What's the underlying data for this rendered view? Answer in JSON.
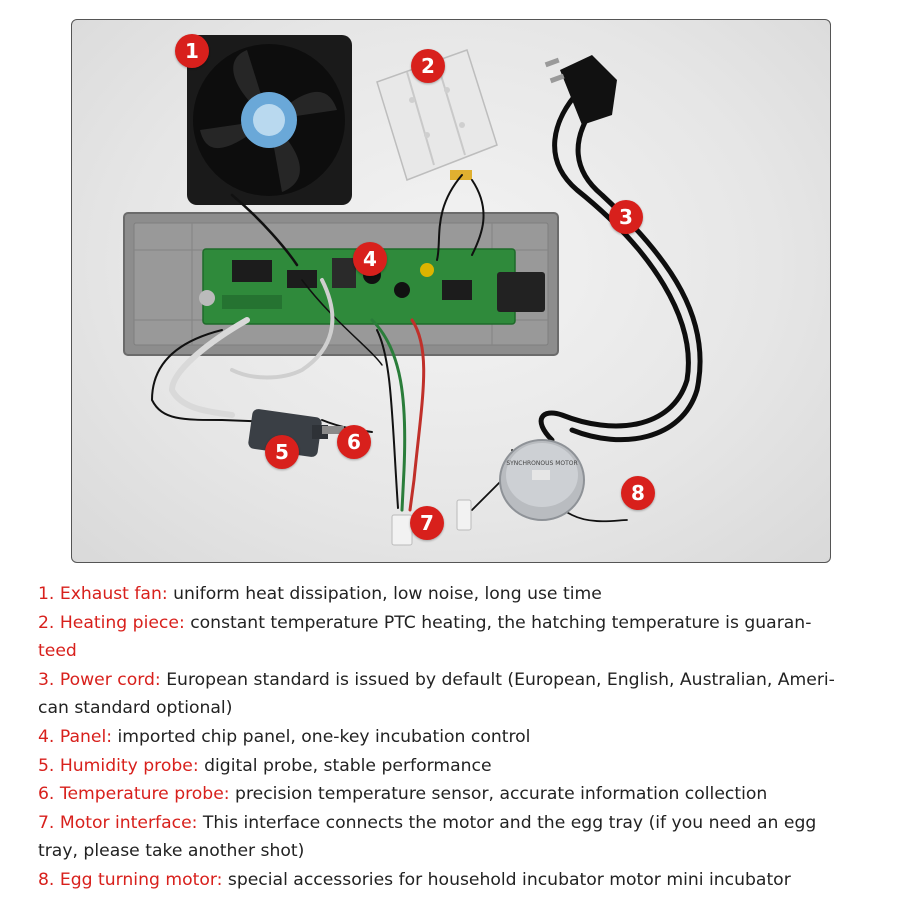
{
  "colors": {
    "accent": "#d8201c",
    "text": "#222222",
    "frame_border": "#555555",
    "board_green": "#2f8a3b",
    "panel_grey": "#8d8d8d"
  },
  "callouts": [
    "1",
    "2",
    "3",
    "4",
    "5",
    "6",
    "7",
    "8"
  ],
  "items": [
    {
      "term": "1. Exhaust fan:",
      "text": " uniform heat dissipation, low noise, long use time"
    },
    {
      "term": "2. Heating piece:",
      "text": " constant temperature PTC heating, the hatching temperature is guaran-"
    },
    {
      "term": "teed",
      "text": ""
    },
    {
      "term": "3. Power cord:",
      "text": " European standard is issued by default (European, English, Australian, Ameri-"
    },
    {
      "term": "",
      "text": "can standard optional)"
    },
    {
      "term": "4. Panel:",
      "text": " imported chip panel, one-key incubation control"
    },
    {
      "term": "5. Humidity probe:",
      "text": " digital probe, stable performance"
    },
    {
      "term": "6. Temperature probe:",
      "text": " precision temperature sensor, accurate information collection"
    },
    {
      "term": "7. Motor interface:",
      "text": " This interface connects the motor and the egg tray (if you need an egg"
    },
    {
      "term": "",
      "text": "tray, please take another shot)"
    },
    {
      "term": "8. Egg turning motor:",
      "text": " special accessories for household incubator motor mini incubator"
    }
  ],
  "motor_label": "SYNCHRONOUS MOTOR"
}
